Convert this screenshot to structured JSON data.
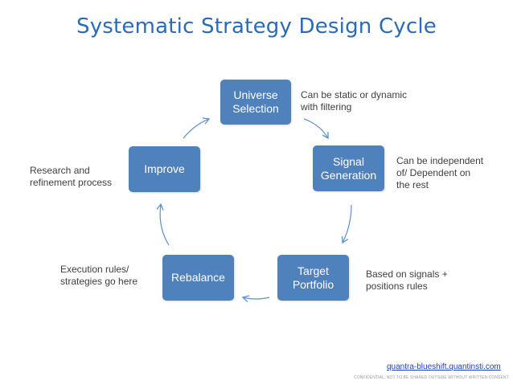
{
  "title": "Systematic Strategy Design Cycle",
  "nodes": {
    "universe": "Universe\nSelection",
    "signal": "Signal\nGeneration",
    "target": "Target\nPortfolio",
    "rebalance": "Rebalance",
    "improve": "Improve"
  },
  "notes": {
    "universe": "Can be static or dynamic\nwith filtering",
    "signal": "Can be independent\nof/ Dependent on\nthe rest",
    "target": "Based on signals +\npositions rules",
    "rebalance": "Execution rules/\nstrategies go here",
    "improve": "Research and\nrefinement process"
  },
  "footer": {
    "link": "quantra-blueshift.quantinsti.com",
    "confidential": "CONFIDENTIAL. NOT TO BE SHARED OUTSIDE WITHOUT WRITTEN CONSENT."
  },
  "colors": {
    "node_fill": "#4f81bd",
    "title": "#2a6bb8",
    "arrow": "#5b8fd0"
  }
}
